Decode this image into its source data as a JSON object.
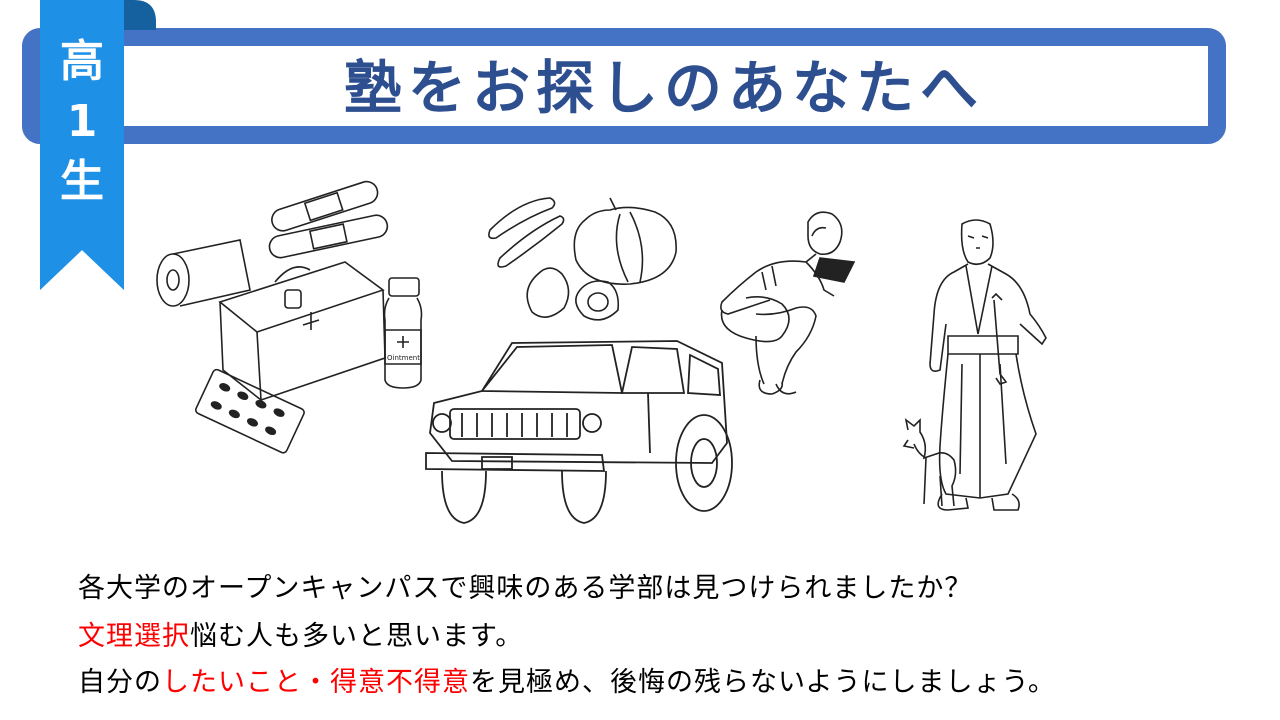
{
  "badge": {
    "chars": [
      "高",
      "1",
      "生"
    ]
  },
  "title": "塾をお探しのあなたへ",
  "colors": {
    "ribbon": "#1e90e6",
    "frame": "#4472c4",
    "title_text": "#2e4f8f",
    "highlight": "#ff0000"
  },
  "illustrations": {
    "ointment_label": "Ointment",
    "icons": [
      "first-aid-kit-icon",
      "vegetables-icon",
      "suv-car-icon",
      "reading-person-icon",
      "samurai-with-dog-icon"
    ]
  },
  "message": {
    "line1": "各大学のオープンキャンパスで興味のある学部は見つけられましたか？",
    "line2": {
      "highlight": "文理選択",
      "rest": "悩む人も多いと思います。"
    },
    "line3": {
      "prefix": "自分の",
      "highlight": "したいこと・得意不得意",
      "rest": "を見極め、後悔の残らないようにしましょう。"
    }
  }
}
